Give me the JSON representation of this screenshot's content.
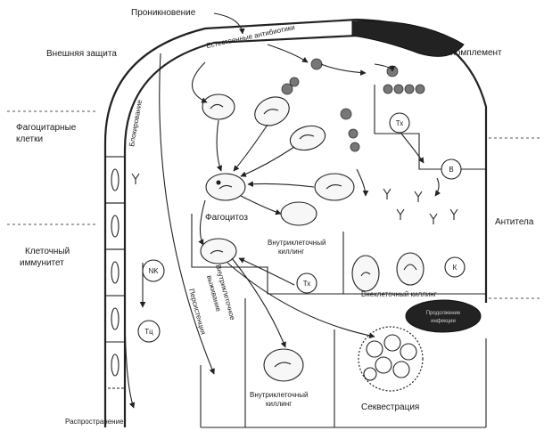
{
  "labels": {
    "penetration": "Проникновение",
    "external_protection": "Внешняя защита",
    "natural_antibiotics": "Естественные антибиотики",
    "complement": "Комплемент",
    "phagocytic_cells_1": "Фагоцитарные",
    "phagocytic_cells_2": "клетки",
    "blocking": "Блокирование",
    "phagocytosis": "Фагоцитоз",
    "intracellular_killing_1": "Внутриклеточный",
    "intracellular_killing_2": "киллинг",
    "antibodies": "Антитела",
    "cellular_immunity_1": "Клеточный",
    "cellular_immunity_2": "иммунитет",
    "extracellular_killing": "Внеклеточный киллинг",
    "intracellular_survival_1": "Внутриклеточное",
    "intracellular_survival_2": "выживание",
    "persistence": "Персистенция",
    "dark_blob_1": "Продолжение",
    "dark_blob_2": "инфекции",
    "intracellular_killing_bottom_1": "Внутриклеточный",
    "intracellular_killing_bottom_2": "киллинг",
    "sequestration": "Секвестрация",
    "spread": "Распространение"
  },
  "cell_tags": {
    "tx_top": "Тх",
    "b": "В",
    "tx_mid": "Тх",
    "nk": "NK",
    "tc": "Тц",
    "k": "К"
  }
}
